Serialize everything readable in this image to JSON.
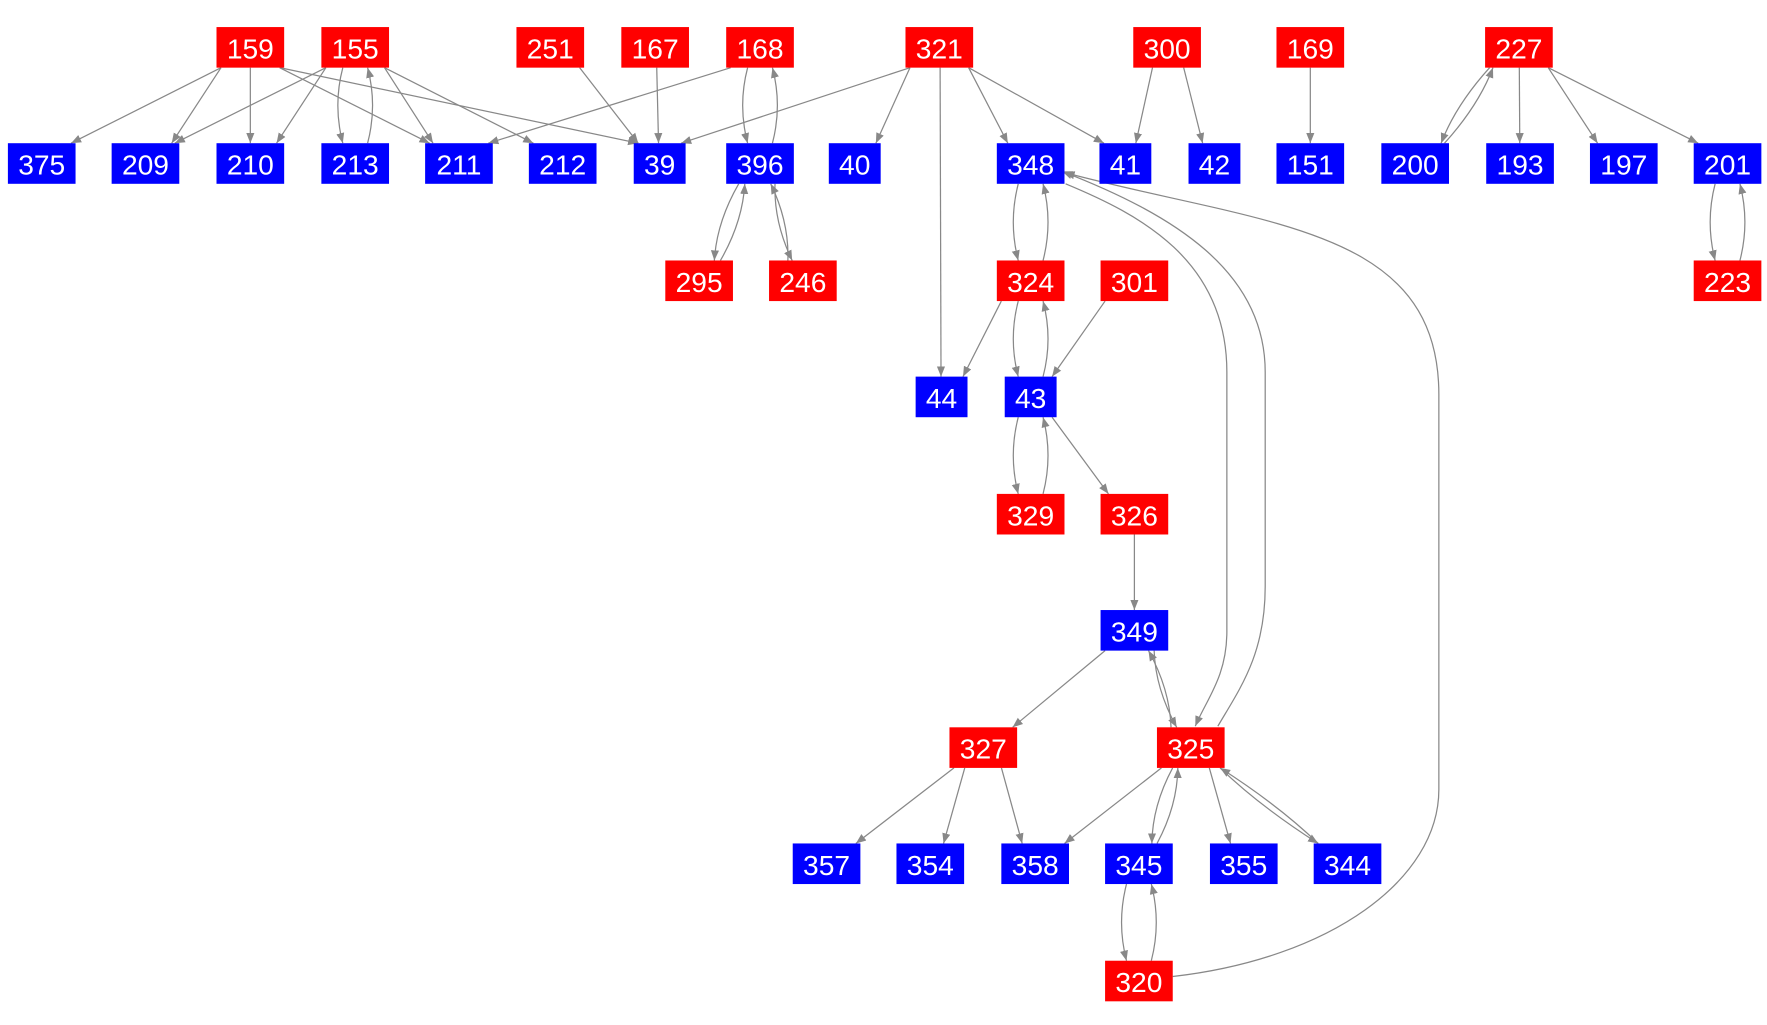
{
  "colors": {
    "source": "#ff0000",
    "target": "#0000ff",
    "edge": "#888888",
    "label": "#ffffff"
  },
  "nodes": [
    {
      "id": "159",
      "kind": "source"
    },
    {
      "id": "155",
      "kind": "source"
    },
    {
      "id": "251",
      "kind": "source"
    },
    {
      "id": "167",
      "kind": "source"
    },
    {
      "id": "168",
      "kind": "source"
    },
    {
      "id": "321",
      "kind": "source"
    },
    {
      "id": "300",
      "kind": "source"
    },
    {
      "id": "169",
      "kind": "source"
    },
    {
      "id": "227",
      "kind": "source"
    },
    {
      "id": "375",
      "kind": "target"
    },
    {
      "id": "209",
      "kind": "target"
    },
    {
      "id": "210",
      "kind": "target"
    },
    {
      "id": "213",
      "kind": "target"
    },
    {
      "id": "211",
      "kind": "target"
    },
    {
      "id": "212",
      "kind": "target"
    },
    {
      "id": "39",
      "kind": "target"
    },
    {
      "id": "396",
      "kind": "target"
    },
    {
      "id": "40",
      "kind": "target"
    },
    {
      "id": "348",
      "kind": "target"
    },
    {
      "id": "41",
      "kind": "target"
    },
    {
      "id": "42",
      "kind": "target"
    },
    {
      "id": "151",
      "kind": "target"
    },
    {
      "id": "200",
      "kind": "target"
    },
    {
      "id": "193",
      "kind": "target"
    },
    {
      "id": "197",
      "kind": "target"
    },
    {
      "id": "201",
      "kind": "target"
    },
    {
      "id": "295",
      "kind": "source"
    },
    {
      "id": "246",
      "kind": "source"
    },
    {
      "id": "324",
      "kind": "source"
    },
    {
      "id": "301",
      "kind": "source"
    },
    {
      "id": "223",
      "kind": "source"
    },
    {
      "id": "44",
      "kind": "target"
    },
    {
      "id": "43",
      "kind": "target"
    },
    {
      "id": "329",
      "kind": "source"
    },
    {
      "id": "326",
      "kind": "source"
    },
    {
      "id": "349",
      "kind": "target"
    },
    {
      "id": "327",
      "kind": "source"
    },
    {
      "id": "325",
      "kind": "source"
    },
    {
      "id": "357",
      "kind": "target"
    },
    {
      "id": "354",
      "kind": "target"
    },
    {
      "id": "358",
      "kind": "target"
    },
    {
      "id": "345",
      "kind": "target"
    },
    {
      "id": "355",
      "kind": "target"
    },
    {
      "id": "344",
      "kind": "target"
    },
    {
      "id": "320",
      "kind": "source"
    }
  ],
  "edges": [
    [
      "159",
      "375"
    ],
    [
      "159",
      "209"
    ],
    [
      "159",
      "210"
    ],
    [
      "159",
      "211"
    ],
    [
      "159",
      "39"
    ],
    [
      "155",
      "209"
    ],
    [
      "155",
      "210"
    ],
    [
      "155",
      "213"
    ],
    [
      "213",
      "155"
    ],
    [
      "155",
      "211"
    ],
    [
      "155",
      "212"
    ],
    [
      "251",
      "39"
    ],
    [
      "167",
      "39"
    ],
    [
      "168",
      "211"
    ],
    [
      "168",
      "396"
    ],
    [
      "396",
      "168"
    ],
    [
      "321",
      "39"
    ],
    [
      "321",
      "40"
    ],
    [
      "321",
      "44"
    ],
    [
      "321",
      "348"
    ],
    [
      "321",
      "41"
    ],
    [
      "300",
      "41"
    ],
    [
      "300",
      "42"
    ],
    [
      "169",
      "151"
    ],
    [
      "227",
      "200"
    ],
    [
      "200",
      "227"
    ],
    [
      "227",
      "193"
    ],
    [
      "227",
      "197"
    ],
    [
      "227",
      "201"
    ],
    [
      "201",
      "223"
    ],
    [
      "223",
      "201"
    ],
    [
      "396",
      "295"
    ],
    [
      "295",
      "396"
    ],
    [
      "396",
      "246"
    ],
    [
      "246",
      "396"
    ],
    [
      "348",
      "324"
    ],
    [
      "324",
      "348"
    ],
    [
      "324",
      "44"
    ],
    [
      "324",
      "43"
    ],
    [
      "43",
      "324"
    ],
    [
      "301",
      "43"
    ],
    [
      "43",
      "329"
    ],
    [
      "329",
      "43"
    ],
    [
      "43",
      "326"
    ],
    [
      "326",
      "349"
    ],
    [
      "349",
      "327"
    ],
    [
      "349",
      "325"
    ],
    [
      "325",
      "349"
    ],
    [
      "348",
      "325"
    ],
    [
      "325",
      "348"
    ],
    [
      "320",
      "348"
    ],
    [
      "327",
      "357"
    ],
    [
      "327",
      "354"
    ],
    [
      "327",
      "358"
    ],
    [
      "325",
      "358"
    ],
    [
      "325",
      "345"
    ],
    [
      "345",
      "325"
    ],
    [
      "325",
      "355"
    ],
    [
      "325",
      "344"
    ],
    [
      "344",
      "325"
    ],
    [
      "345",
      "320"
    ],
    [
      "320",
      "345"
    ]
  ]
}
